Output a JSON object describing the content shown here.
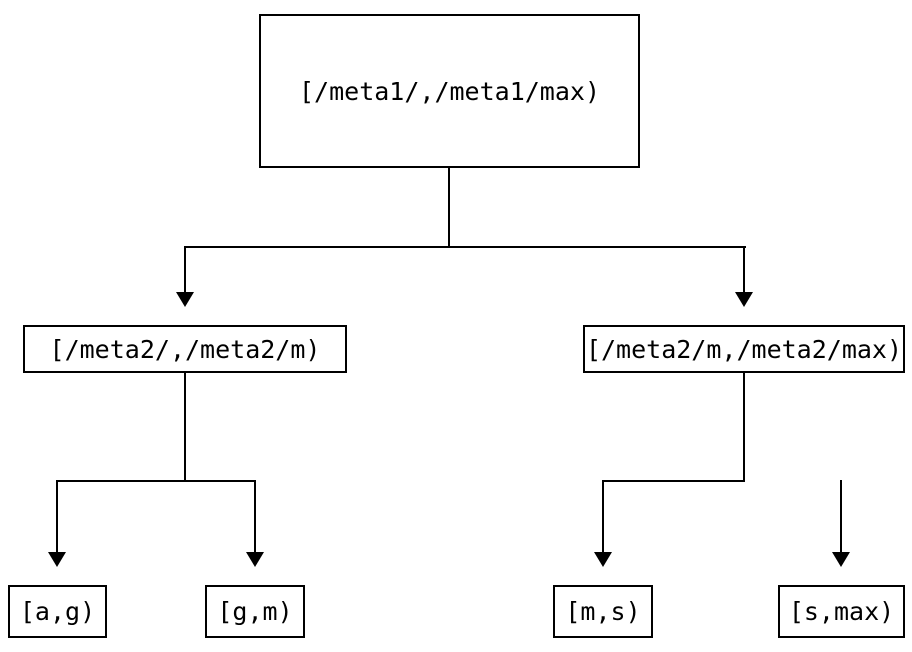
{
  "diagram": {
    "type": "tree",
    "description": "Binary key-range partition tree",
    "colors": {
      "background": "#ffffff",
      "line": "#000000",
      "box_border": "#000000",
      "text": "#000000"
    },
    "nodes": {
      "root": {
        "label": "[/meta1/,/meta1/max)"
      },
      "mid_left": {
        "label": "[/meta2/,/meta2/m)"
      },
      "mid_right": {
        "label": "[/meta2/m,/meta2/max)"
      },
      "leaf_ag": {
        "label": "[a,g)"
      },
      "leaf_gm": {
        "label": "[g,m)"
      },
      "leaf_ms": {
        "label": "[m,s)"
      },
      "leaf_smax": {
        "label": "[s,max)"
      }
    },
    "edges": [
      {
        "from": "root",
        "to": "mid_left",
        "arrow": "down"
      },
      {
        "from": "root",
        "to": "mid_right",
        "arrow": "down"
      },
      {
        "from": "mid_left",
        "to": "leaf_ag",
        "arrow": "down"
      },
      {
        "from": "mid_left",
        "to": "leaf_gm",
        "arrow": "down"
      },
      {
        "from": "mid_right",
        "to": "leaf_ms",
        "arrow": "down"
      },
      {
        "from": "mid_right",
        "to": "leaf_smax",
        "arrow": "down"
      }
    ]
  }
}
